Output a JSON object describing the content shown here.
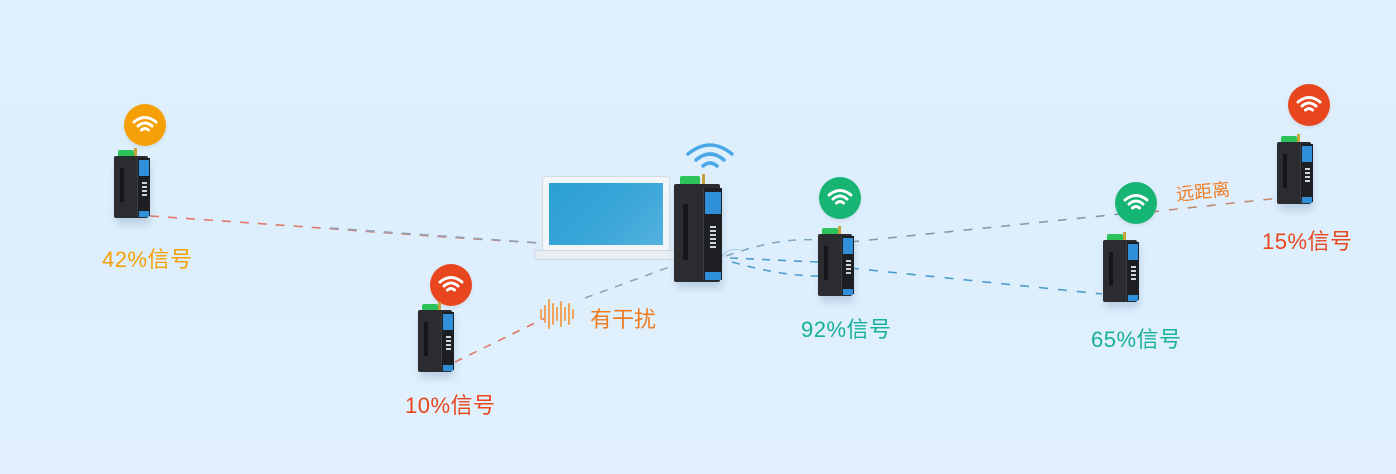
{
  "diagram": {
    "title": "Wireless signal strength diagram",
    "background_color": "#dfeffc",
    "colors": {
      "good": "#16b574",
      "medium": "#f5a007",
      "poor": "#e8461e",
      "annotation": "#f07c22",
      "line_good": "#4d9ccc",
      "line_gray": "#8a98a8"
    },
    "center": {
      "name": "laptop-with-gateway",
      "wifi_color": "#4aa8e8"
    },
    "nodes": [
      {
        "id": "node-42",
        "label": "42%信号",
        "signal": "42%",
        "status": "medium",
        "color": "#f5a007"
      },
      {
        "id": "node-10",
        "label": "10%信号",
        "signal": "10%",
        "status": "poor",
        "color": "#e8461e"
      },
      {
        "id": "node-92",
        "label": "92%信号",
        "signal": "92%",
        "status": "good",
        "color": "#17b09a"
      },
      {
        "id": "node-65",
        "label": "65%信号",
        "signal": "65%",
        "status": "good",
        "color": "#17b09a"
      },
      {
        "id": "node-15",
        "label": "15%信号",
        "signal": "15%",
        "status": "poor",
        "color": "#e8461e"
      }
    ],
    "annotations": {
      "interference": "有干扰",
      "long_distance": "远距离"
    },
    "icons": {
      "badge": "wifi-icon",
      "interference": "sound-wave-icon",
      "device": "gateway-device-icon",
      "computer": "laptop-icon"
    }
  }
}
